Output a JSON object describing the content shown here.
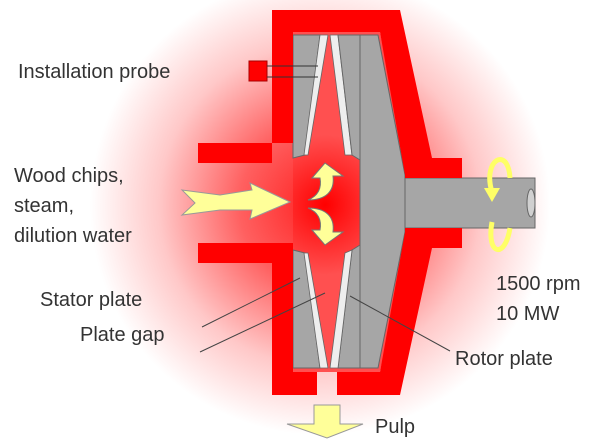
{
  "labels": {
    "probe": "Installation probe",
    "inlet_line1": "Wood chips,",
    "inlet_line2": "steam,",
    "inlet_line3": "dilution water",
    "speed": "1500 rpm",
    "power": "10 MW",
    "stator": "Stator plate",
    "gap": "Plate gap",
    "rotor": "Rotor plate",
    "outlet": "Pulp"
  },
  "colors": {
    "housing": "#ff0000",
    "plate": "#a6a6a6",
    "arrow": "#ffff99",
    "glow": "#ff3030"
  }
}
